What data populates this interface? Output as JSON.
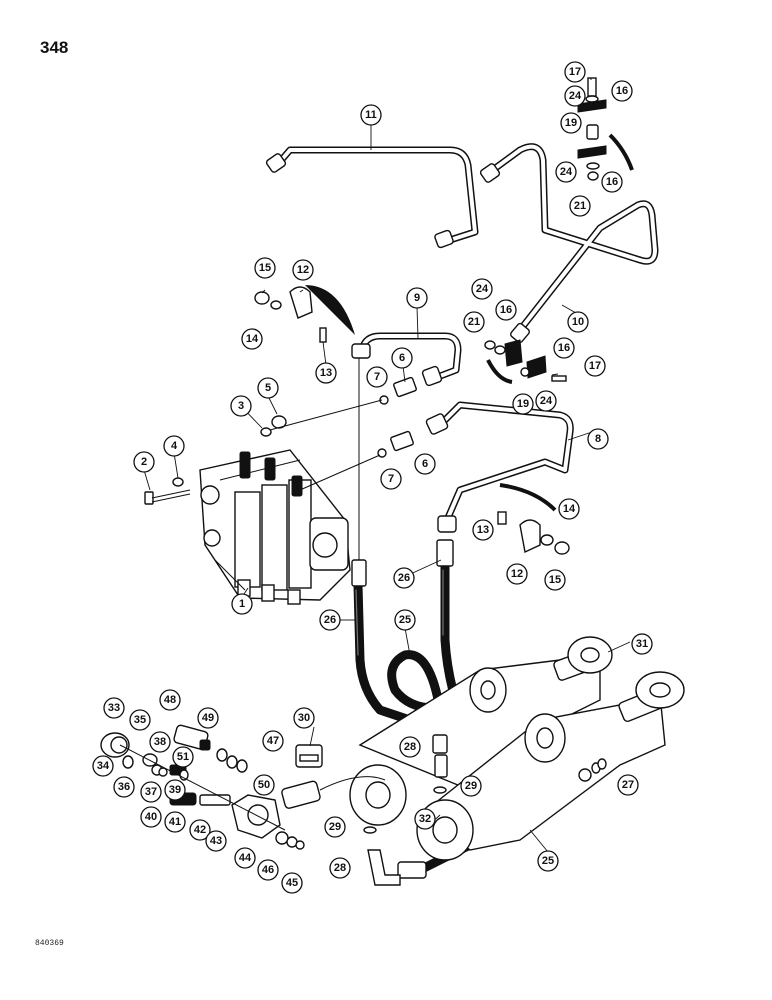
{
  "page": {
    "page_number": "348",
    "reference_code": "840369"
  },
  "callouts": [
    {
      "key": "c1",
      "label": "1"
    },
    {
      "key": "c2",
      "label": "2"
    },
    {
      "key": "c3",
      "label": "3"
    },
    {
      "key": "c4",
      "label": "4"
    },
    {
      "key": "c5",
      "label": "5"
    },
    {
      "key": "c6a",
      "label": "6"
    },
    {
      "key": "c6b",
      "label": "6"
    },
    {
      "key": "c7a",
      "label": "7"
    },
    {
      "key": "c7b",
      "label": "7"
    },
    {
      "key": "c8",
      "label": "8"
    },
    {
      "key": "c9",
      "label": "9"
    },
    {
      "key": "c10",
      "label": "10"
    },
    {
      "key": "c11",
      "label": "11"
    },
    {
      "key": "c12a",
      "label": "12"
    },
    {
      "key": "c12b",
      "label": "12"
    },
    {
      "key": "c13a",
      "label": "13"
    },
    {
      "key": "c13b",
      "label": "13"
    },
    {
      "key": "c14a",
      "label": "14"
    },
    {
      "key": "c14b",
      "label": "14"
    },
    {
      "key": "c15a",
      "label": "15"
    },
    {
      "key": "c15b",
      "label": "15"
    },
    {
      "key": "c16a",
      "label": "16"
    },
    {
      "key": "c16b",
      "label": "16"
    },
    {
      "key": "c16c",
      "label": "16"
    },
    {
      "key": "c16d",
      "label": "16"
    },
    {
      "key": "c17a",
      "label": "17"
    },
    {
      "key": "c17b",
      "label": "17"
    },
    {
      "key": "c19a",
      "label": "19"
    },
    {
      "key": "c19b",
      "label": "19"
    },
    {
      "key": "c21a",
      "label": "21"
    },
    {
      "key": "c21b",
      "label": "21"
    },
    {
      "key": "c24a",
      "label": "24"
    },
    {
      "key": "c24b",
      "label": "24"
    },
    {
      "key": "c24c",
      "label": "24"
    },
    {
      "key": "c24d",
      "label": "24"
    },
    {
      "key": "c25a",
      "label": "25"
    },
    {
      "key": "c25b",
      "label": "25"
    },
    {
      "key": "c26a",
      "label": "26"
    },
    {
      "key": "c26b",
      "label": "26"
    },
    {
      "key": "c27",
      "label": "27"
    },
    {
      "key": "c28a",
      "label": "28"
    },
    {
      "key": "c28b",
      "label": "28"
    },
    {
      "key": "c29a",
      "label": "29"
    },
    {
      "key": "c29b",
      "label": "29"
    },
    {
      "key": "c30",
      "label": "30"
    },
    {
      "key": "c31",
      "label": "31"
    },
    {
      "key": "c32",
      "label": "32"
    },
    {
      "key": "c33",
      "label": "33"
    },
    {
      "key": "c34",
      "label": "34"
    },
    {
      "key": "c35",
      "label": "35"
    },
    {
      "key": "c36",
      "label": "36"
    },
    {
      "key": "c37",
      "label": "37"
    },
    {
      "key": "c38",
      "label": "38"
    },
    {
      "key": "c39",
      "label": "39"
    },
    {
      "key": "c40",
      "label": "40"
    },
    {
      "key": "c41",
      "label": "41"
    },
    {
      "key": "c42",
      "label": "42"
    },
    {
      "key": "c43",
      "label": "43"
    },
    {
      "key": "c44",
      "label": "44"
    },
    {
      "key": "c45",
      "label": "45"
    },
    {
      "key": "c46",
      "label": "46"
    },
    {
      "key": "c47",
      "label": "47"
    },
    {
      "key": "c48",
      "label": "48"
    },
    {
      "key": "c49",
      "label": "49"
    },
    {
      "key": "c50",
      "label": "50"
    },
    {
      "key": "c51",
      "label": "51"
    }
  ]
}
